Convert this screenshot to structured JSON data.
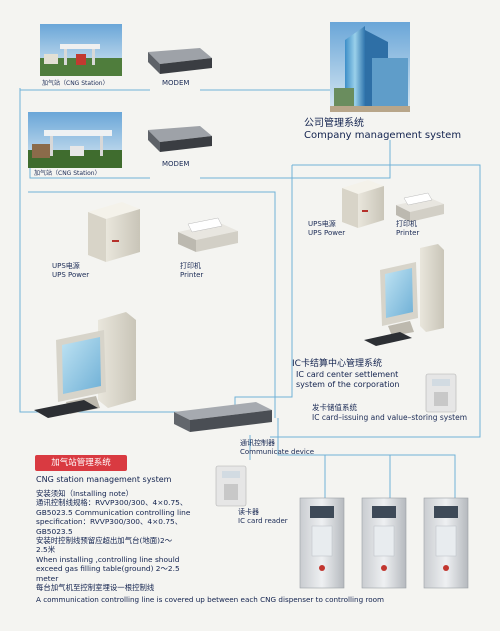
{
  "stations": [
    {
      "label": "加气站（CNG Station）"
    },
    {
      "label": "加气站（CNG Station）"
    }
  ],
  "modems": [
    {
      "label": "MODEM"
    },
    {
      "label": "MODEM"
    }
  ],
  "company": {
    "title_cn": "公司管理系统",
    "title_en": "Company management system"
  },
  "center": {
    "ups_cn": "UPS电源",
    "ups_en": "UPS Power",
    "printer_cn": "打印机",
    "printer_en": "Printer",
    "title_cn": "IC卡结算中心管理系统",
    "title_en1": "IC card center settlement",
    "title_en2": "system of the corporation",
    "issue_cn": "发卡储值系统",
    "issue_en": "IC card–issuing and value–storing system"
  },
  "station_sys": {
    "ups_cn": "UPS电源",
    "ups_en": "UPS Power",
    "printer_cn": "打印机",
    "printer_en": "Printer",
    "comm_cn": "通讯控制器",
    "comm_en": "Communicate device",
    "reader_cn": "读卡器",
    "reader_en": "IC card reader",
    "badge": "加气站管理系统",
    "title_en": "CNG station management system"
  },
  "notes": [
    "安装须知（Installing note）",
    "通讯控制线规格：RVVP300/300、4×0.75、",
    "GB5023.5 Communication controlling line",
    "specification：RVVP300/300、4×0.75、",
    "GB5023.5",
    "安装时控制线预留应超出加气台(地面)2～",
    "2.5米",
    "When installing ,controlling line should",
    "exceed gas filling table(ground) 2～2.5",
    "meter",
    "每台加气机至控制室埋设一根控制线"
  ],
  "bottom_note": "A communication controlling line is covered up between each CNG dispenser to controlling room",
  "colors": {
    "line": "#6fb2d8",
    "text": "#1a2a55",
    "badge": "#d93a41"
  }
}
